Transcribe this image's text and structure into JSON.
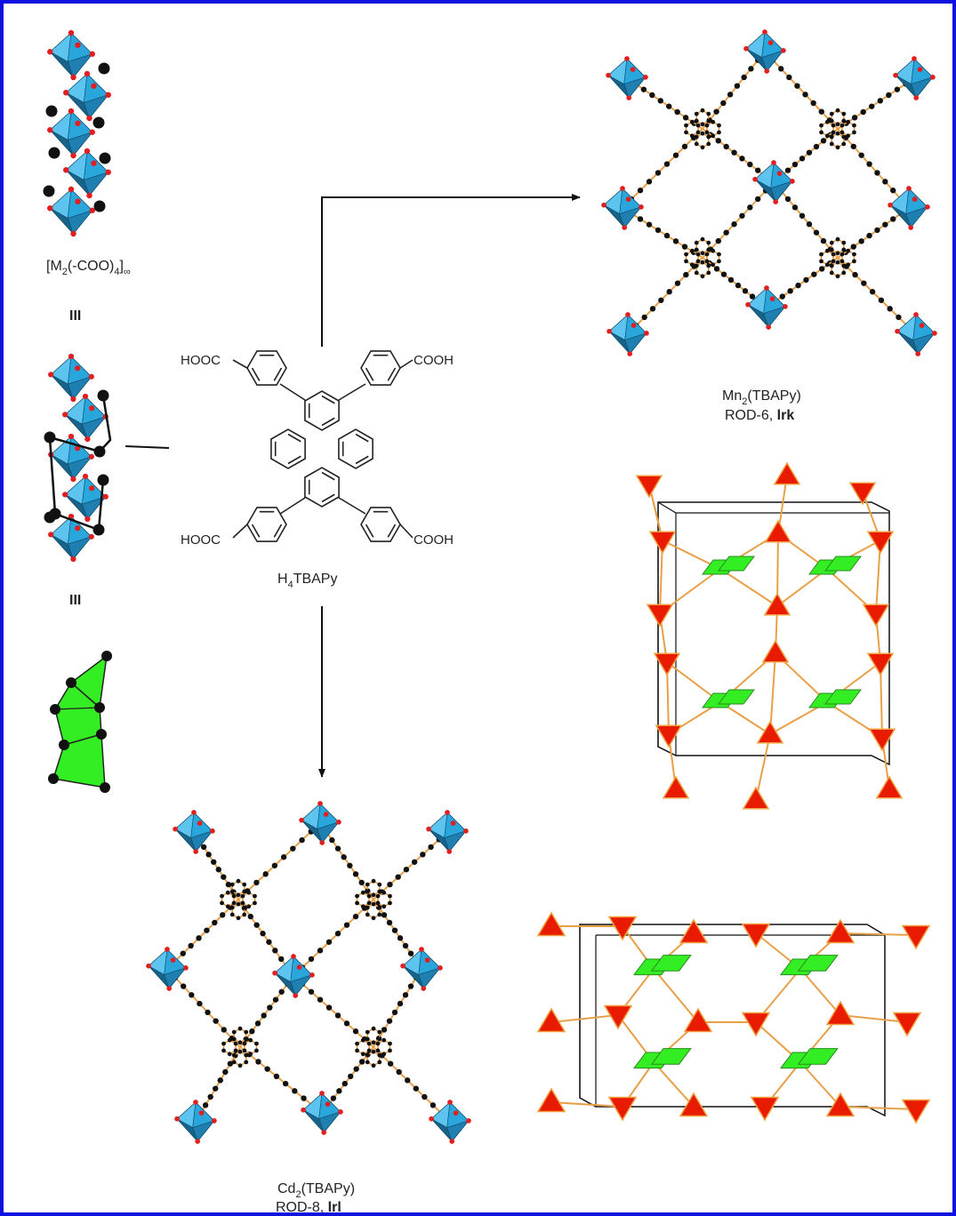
{
  "colors": {
    "border": "#1010e0",
    "octahedron": "#29a6dc",
    "octahedron_dark": "#17638a",
    "oxygen": "#e02020",
    "carbon": "#111111",
    "linker": "#e8a048",
    "triangle": "#e81a00",
    "triangle_edge": "#f0a040",
    "paddle": "#33ee22",
    "cell_line": "#111111"
  },
  "labels": {
    "rod_chain": {
      "pre": "[M",
      "sub1": "2",
      "mid": "(-COO)",
      "sub2": "4",
      "end": "]",
      "sub3": "∞"
    },
    "equiv_1": "III",
    "equiv_2": "III",
    "ligand": {
      "pre": "H",
      "sub": "4",
      "post": "TBAPy"
    },
    "mn": {
      "pre": "Mn",
      "sub": "2",
      "post": "(TBAPy)",
      "line2": "ROD-6, ",
      "net": "lrk"
    },
    "cd": {
      "pre": "Cd",
      "sub": "2",
      "post": "(TBAPy)",
      "line2": "ROD-8, ",
      "net": "lrl"
    },
    "cooh": [
      "HOOC",
      "COOH",
      "HOOC",
      "COOH"
    ]
  }
}
